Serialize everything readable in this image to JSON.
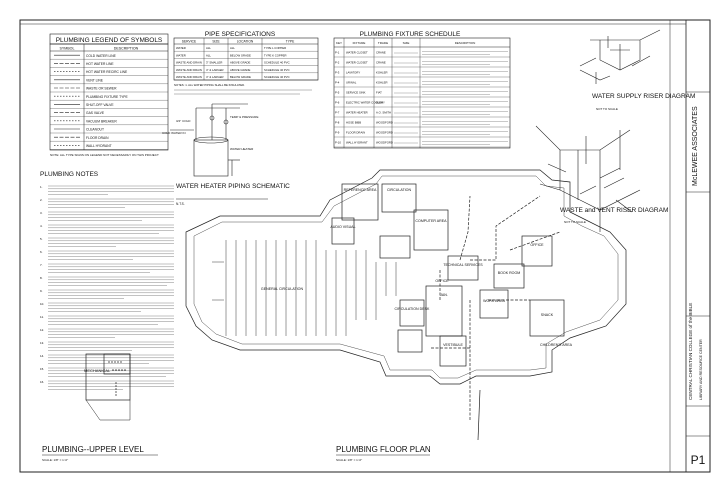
{
  "legend": {
    "title": "PLUMBING LEGEND OF SYMBOLS",
    "columns": [
      "SYMBOL",
      "DESCRIPTION"
    ],
    "rows": [
      "COLD WATER LINE",
      "HOT WATER LINE",
      "HOT WATER RECIRC LINE",
      "VENT LINE",
      "WASTE OR SEWER",
      "PLUMBING FIXTURE TYPE",
      "SHUT-OFF VALVE",
      "GAS VALVE",
      "VACUUM BREAKER",
      "CLEANOUT",
      "FLOOR DRAIN",
      "WALL HYDRANT"
    ],
    "note": "NOTE: ALL TYPE SIGNS ON LEGEND NOT NECESSARILY ON THIS PROJECT"
  },
  "pipe_specs": {
    "title": "PIPE SPECIFICATIONS",
    "columns": [
      "SERVICE",
      "SIZE",
      "LOCATION",
      "TYPE"
    ],
    "rows": [
      [
        "WATER",
        "ALL",
        "ALL",
        "TYPE L COPPER"
      ],
      [
        "WATER",
        "ALL",
        "BELOW GRADE",
        "TYPE K COPPER"
      ],
      [
        "WASTE AND DRAIN",
        "3\" SMALLER",
        "ABOVE GRADE",
        "SCHEDULE 40 PVC"
      ],
      [
        "WASTE AND DRAIN",
        "4\" & LARGER",
        "ABOVE GRADE",
        "SCHEDULE 40 PVC"
      ],
      [
        "WASTE AND DRAIN",
        "4\" & LARGER",
        "BELOW GRADE",
        "SCHEDULE 40 PVC"
      ]
    ],
    "note": "NOTES: 1. ALL WATER PIPING SHALL BE INSULATED."
  },
  "fixture_schedule": {
    "title": "PLUMBING FIXTURE SCHEDULE",
    "columns": [
      "KEY",
      "FIXTURE",
      "TRADE",
      "SIZE",
      "DESCRIPTION"
    ],
    "rows": [
      [
        "P-1",
        "WATER CLOSET",
        "CRANE"
      ],
      [
        "P-2",
        "WATER CLOSET",
        "CRANE"
      ],
      [
        "P-3",
        "LAVATORY",
        "KOHLER"
      ],
      [
        "P-4",
        "URINAL",
        "KOHLER"
      ],
      [
        "P-5",
        "SERVICE SINK",
        "FIAT"
      ],
      [
        "P-6",
        "ELECTRIC WATER COOLER",
        "ELKAY"
      ],
      [
        "P-7",
        "WATER HEATER",
        "A.O. SMITH"
      ],
      [
        "P-8",
        "HOSE BIBB",
        "WOODFORD"
      ],
      [
        "P-9",
        "FLOOR DRAIN",
        "WOODFORD"
      ],
      [
        "P-10",
        "WALL HYDRANT",
        "WOODFORD"
      ]
    ]
  },
  "notes": {
    "title": "PLUMBING NOTES"
  },
  "drawings": {
    "water_heater": "WATER HEATER PIPING SCHEMATIC",
    "water_supply": "WATER SUPPLY RISER DIAGRAM",
    "waste_vent": "WASTE and VENT RISER DIAGRAM",
    "not_to_scale": "NOT TO SCALE",
    "nts": "N.T.S.",
    "upper_level": "PLUMBING--UPPER LEVEL",
    "floor_plan": "PLUMBING FLOOR PLAN",
    "scale_upper": "SCALE: 1/8\" = 1'-0\"",
    "scale_floor": "SCALE: 1/8\" = 1'-0\""
  },
  "rooms": {
    "reference": "REFERENCE AREA",
    "circulation": "CIRCULATION",
    "computer_area": "COMPUTER AREA",
    "audio_visual": "AUDIO VISUAL",
    "general_circulation": "GENERAL CIRCULATION",
    "technical_services": "TECHNICAL SERVICES",
    "office_a": "OFFICE",
    "office_b": "OFFICE",
    "book_room": "BOOK ROOM",
    "work_area": "WORK AREA",
    "snack": "SNACK",
    "circulation_desk": "CIRCULATION DESK",
    "vestibule": "VESTIBULE",
    "childrens": "CHILDREN'S AREA",
    "mechanical": "MECHANICAL",
    "jan": "JAN."
  },
  "title_block": {
    "firm": "McLEWEE ASSOCIATES",
    "project_line1": "CENTRAL CHRISTIAN COLLEGE of the BIBLE",
    "project_line2": "LIBRARY AND RESOURCE CENTER",
    "sheet": "P1"
  }
}
